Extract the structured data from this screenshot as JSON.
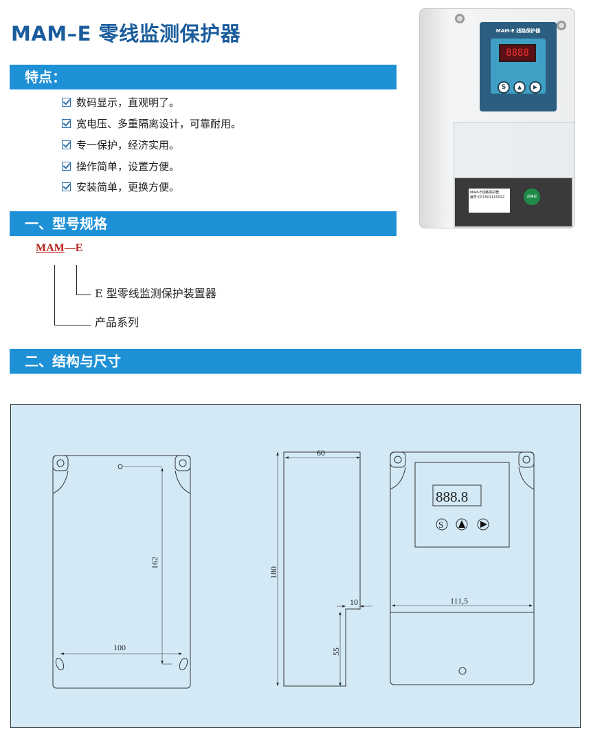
{
  "title": "MAM–E 零线监测保护器",
  "features": {
    "heading": "特点：",
    "items": [
      "数码显示，直观明了。",
      "宽电压、多重隔离设计，可靠耐用。",
      "专一保护，经济实用。",
      "操作简单，设置方便。",
      "安装简单，更换方便。"
    ]
  },
  "model_spec": {
    "heading": "一、型号规格",
    "code_series": "MAM",
    "code_sep": "—",
    "code_type": "E",
    "type_desc": "E 型零线监测保护装置器",
    "series_desc": "产品系列"
  },
  "structure": {
    "heading": "二、结构与尺寸",
    "dims": {
      "hole_vertical": "162",
      "hole_horizontal": "100",
      "depth": "60",
      "height": "180",
      "step": "10",
      "lower_height": "55",
      "width": "111,5"
    },
    "display_text": "888.8",
    "button_s": "S"
  },
  "photo": {
    "panel_label": "MAM-E 线路保护器",
    "nameplate_line1": "MAM-E线路保护器",
    "nameplate_line2": "编号:CP1501115022",
    "seal": "合格证"
  },
  "colors": {
    "bar": "#1e90d6",
    "title": "#1a5c9c",
    "model_red": "#b8231c",
    "diagram_bg": "#d3e9f6"
  }
}
